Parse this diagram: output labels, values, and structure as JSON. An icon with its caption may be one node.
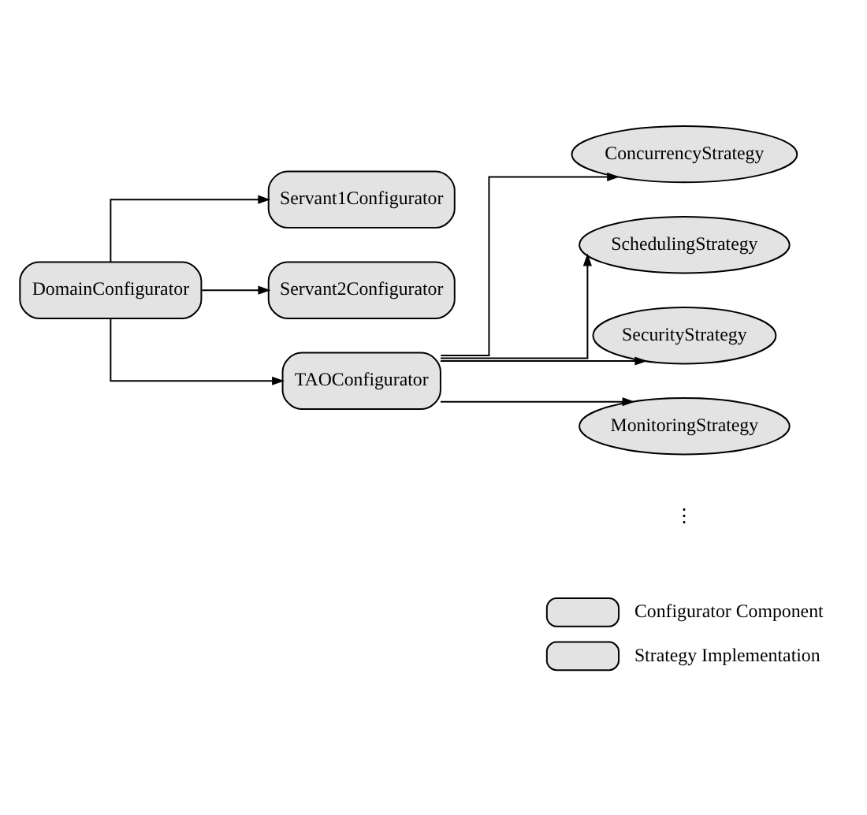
{
  "diagram": {
    "nodes": [
      {
        "text": [
          "Servant1Configurator"
        ]
      },
      {
        "text": [
          "Servant2Configurator"
        ]
      },
      {
        "text": [
          "TAOConfigurator"
        ]
      },
      {
        "text": [
          "ConcurrencyStrategy"
        ]
      },
      {
        "text": [
          "SchedulingStrategy"
        ]
      },
      {
        "text": [
          "SecurityStrategy"
        ]
      },
      {
        "text": [
          "MonitoringStrategy"
        ]
      },
      {
        "text": [
          "DomainConfigurator"
        ]
      }
    ],
    "edges": [
      {
        "from": 7,
        "to": 0,
        "arrow": "to"
      },
      {
        "from": 7,
        "to": 1,
        "arrow": "to"
      },
      {
        "from": 7,
        "to": 2,
        "arrow": "to"
      },
      {
        "from": 2,
        "to": 3,
        "arrow": "to"
      },
      {
        "from": 2,
        "to": 4,
        "arrow": "to"
      },
      {
        "from": 2,
        "to": 5,
        "arrow": "to"
      },
      {
        "from": 2,
        "to": 6,
        "arrow": "to"
      }
    ],
    "labels": [
      "⋮"
    ],
    "legend": [
      {
        "text": "Configurator Component"
      },
      {
        "text": "Strategy Implementation"
      }
    ]
  }
}
